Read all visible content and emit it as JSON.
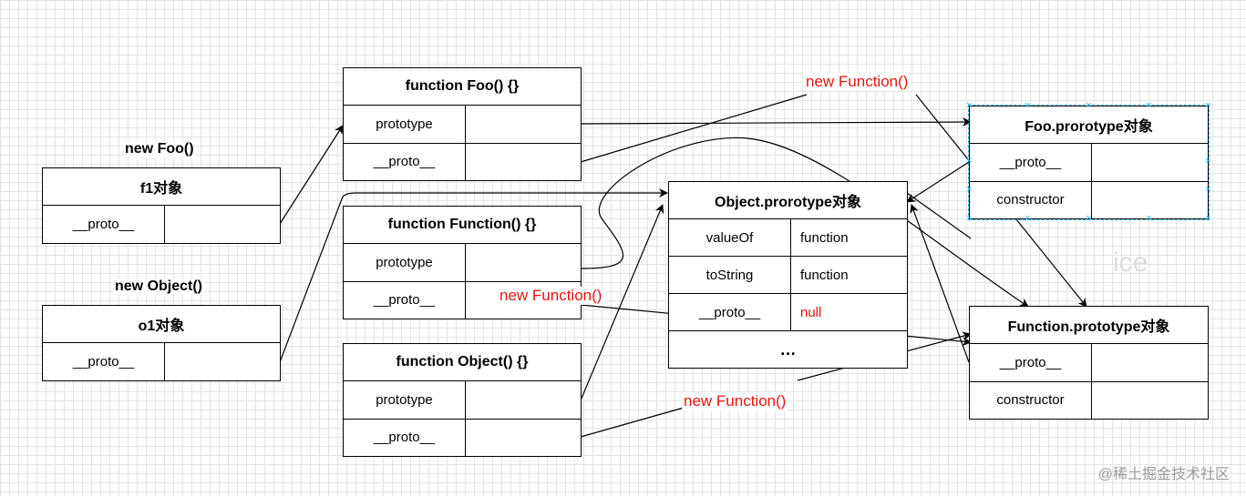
{
  "labels": {
    "new_foo": "new Foo()",
    "new_object": "new Object()"
  },
  "red_labels": {
    "nf_top": "new Function()",
    "nf_mid": "new Function()",
    "nf_bottom": "new Function()"
  },
  "boxes": {
    "f1": {
      "title": "f1对象",
      "rows": [
        [
          "__proto__",
          ""
        ]
      ]
    },
    "o1": {
      "title": "o1对象",
      "rows": [
        [
          "__proto__",
          ""
        ]
      ]
    },
    "foo": {
      "title": "function Foo() {}",
      "rows": [
        [
          "prototype",
          ""
        ],
        [
          "__proto__",
          ""
        ]
      ]
    },
    "function": {
      "title": "function Function() {}",
      "rows": [
        [
          "prototype",
          ""
        ],
        [
          "__proto__",
          ""
        ]
      ]
    },
    "object": {
      "title": "function Object() {}",
      "rows": [
        [
          "prototype",
          ""
        ],
        [
          "__proto__",
          ""
        ]
      ]
    },
    "object_proto": {
      "title": "Object.prorotype对象",
      "rows": [
        [
          "valueOf",
          "function"
        ],
        [
          "toString",
          "function"
        ],
        [
          "__proto__",
          "null"
        ]
      ],
      "ellipsis": "…"
    },
    "foo_proto": {
      "title": "Foo.prorotype对象",
      "rows": [
        [
          "__proto__",
          ""
        ],
        [
          "constructor",
          ""
        ]
      ]
    },
    "function_proto": {
      "title": "Function.prototype对象",
      "rows": [
        [
          "__proto__",
          ""
        ],
        [
          "constructor",
          ""
        ]
      ]
    }
  },
  "watermark_ice": "ice",
  "watermark": "@稀土掘金技术社区"
}
